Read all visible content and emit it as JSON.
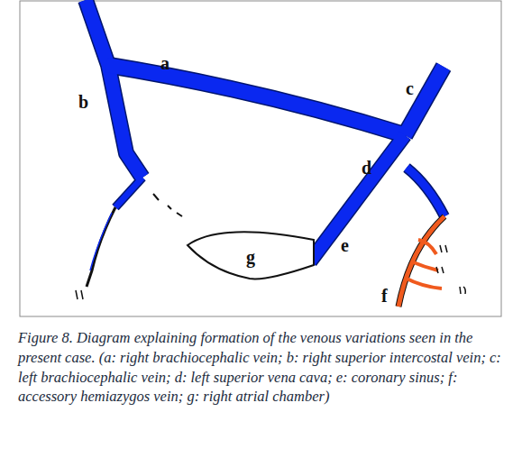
{
  "diagram": {
    "caption": "Figure 8. Diagram explaining formation of the venous variations seen in the present case. (a: right brachiocephalic vein; b: right superior intercostal vein; c: left brachiocephalic vein; d: left superior vena cava; e: coronary sinus; f: accessory hemiazygos vein; g: right atrial chamber)",
    "nodes": [
      {
        "text": [
          "g"
        ]
      }
    ],
    "labels": [
      "a",
      "b",
      "c",
      "d",
      "e",
      "f"
    ]
  }
}
